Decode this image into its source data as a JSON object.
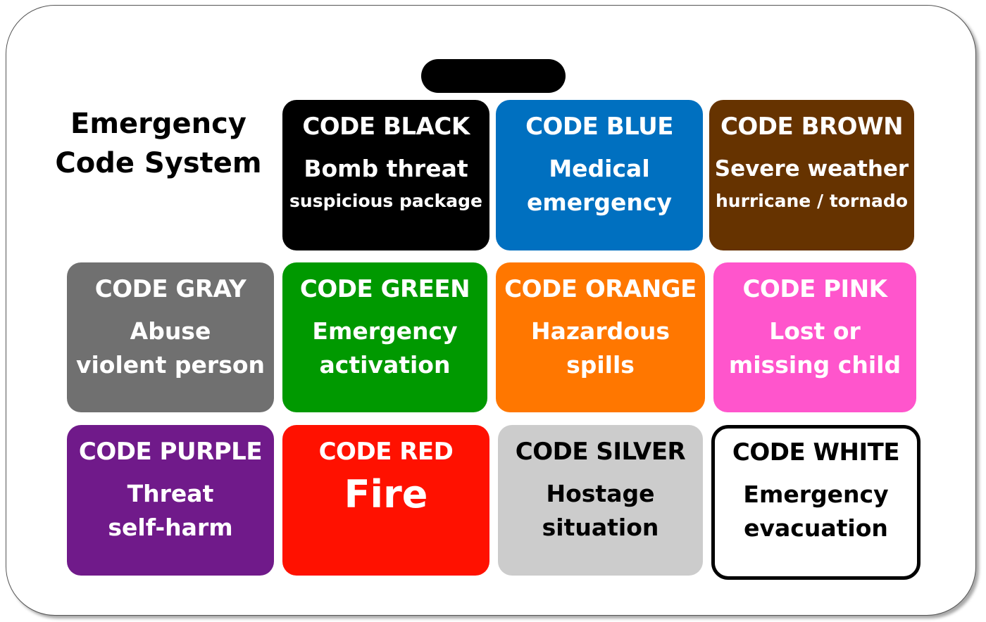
{
  "heading": {
    "line1": "Emergency",
    "line2": "Code System"
  },
  "colors": {
    "black": "#000000",
    "blue": "#0070C0",
    "brown": "#663300",
    "gray": "#707070",
    "green": "#009900",
    "orange": "#FF7700",
    "pink": "#FF55CC",
    "purple": "#701A8A",
    "red": "#FF1100",
    "silver": "#CCCCCC",
    "white": "#FFFFFF"
  },
  "codes": [
    {
      "code": "CODE BLACK",
      "line1": "Bomb threat",
      "line2": "suspicious package"
    },
    {
      "code": "CODE BLUE",
      "line1": "Medical",
      "line2": "emergency"
    },
    {
      "code": "CODE BROWN",
      "line1": "Severe weather",
      "line2": "hurricane / tornado"
    },
    {
      "code": "CODE GRAY",
      "line1": "Abuse",
      "line2": "violent person"
    },
    {
      "code": "CODE GREEN",
      "line1": "Emergency",
      "line2": "activation"
    },
    {
      "code": "CODE ORANGE",
      "line1": "Hazardous",
      "line2": "spills"
    },
    {
      "code": "CODE PINK",
      "line1": "Lost or",
      "line2": "missing child"
    },
    {
      "code": "CODE PURPLE",
      "line1": "Threat",
      "line2": "self-harm"
    },
    {
      "code": "CODE RED",
      "line1": "Fire",
      "line2": ""
    },
    {
      "code": "CODE SILVER",
      "line1": "Hostage",
      "line2": "situation"
    },
    {
      "code": "CODE WHITE",
      "line1": "Emergency",
      "line2": "evacuation"
    }
  ]
}
